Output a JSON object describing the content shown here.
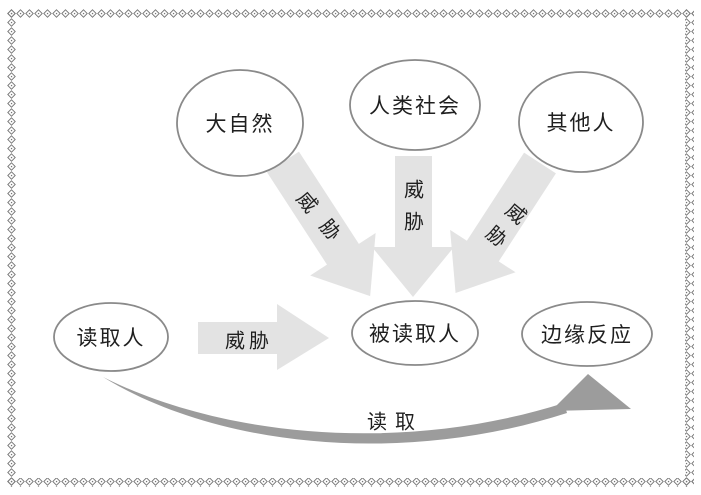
{
  "diagram": {
    "nodes": {
      "nature": {
        "label": "大自然"
      },
      "society": {
        "label": "人类社会"
      },
      "others": {
        "label": "其他人"
      },
      "reader": {
        "label": "读取人"
      },
      "target": {
        "label": "被读取人"
      },
      "reaction": {
        "label": "边缘反应"
      }
    },
    "edge_labels": {
      "threat": "威胁",
      "read": "读取"
    },
    "colors": {
      "arrow_light": "#e3e3e3",
      "arrow_dark": "#9c9c9c",
      "ellipse_stroke": "#8a8a8a",
      "border_chain": "#757575",
      "text": "#1f1f1f",
      "background": "#ffffff"
    }
  }
}
